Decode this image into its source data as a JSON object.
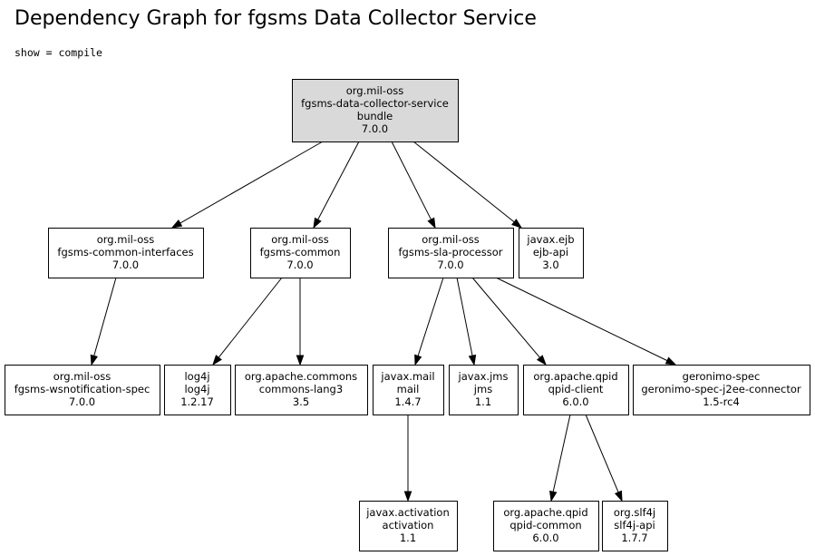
{
  "header": {
    "title": "Dependency Graph for fgsms Data Collector Service",
    "scope": "show = compile"
  },
  "nodes": [
    {
      "id": "root",
      "lines": [
        "org.mil-oss",
        "fgsms-data-collector-service",
        "bundle",
        "7.0.0"
      ],
      "root": true
    },
    {
      "id": "common-interfaces",
      "lines": [
        "org.mil-oss",
        "fgsms-common-interfaces",
        "7.0.0"
      ]
    },
    {
      "id": "common",
      "lines": [
        "org.mil-oss",
        "fgsms-common",
        "7.0.0"
      ]
    },
    {
      "id": "sla-processor",
      "lines": [
        "org.mil-oss",
        "fgsms-sla-processor",
        "7.0.0"
      ]
    },
    {
      "id": "ejb-api",
      "lines": [
        "javax.ejb",
        "ejb-api",
        "3.0"
      ]
    },
    {
      "id": "wsnotification-spec",
      "lines": [
        "org.mil-oss",
        "fgsms-wsnotification-spec",
        "7.0.0"
      ]
    },
    {
      "id": "log4j",
      "lines": [
        "log4j",
        "log4j",
        "1.2.17"
      ]
    },
    {
      "id": "commons-lang3",
      "lines": [
        "org.apache.commons",
        "commons-lang3",
        "3.5"
      ]
    },
    {
      "id": "mail",
      "lines": [
        "javax.mail",
        "mail",
        "1.4.7"
      ]
    },
    {
      "id": "jms",
      "lines": [
        "javax.jms",
        "jms",
        "1.1"
      ]
    },
    {
      "id": "qpid-client",
      "lines": [
        "org.apache.qpid",
        "qpid-client",
        "6.0.0"
      ]
    },
    {
      "id": "j2ee-connector",
      "lines": [
        "geronimo-spec",
        "geronimo-spec-j2ee-connector",
        "1.5-rc4"
      ]
    },
    {
      "id": "activation",
      "lines": [
        "javax.activation",
        "activation",
        "1.1"
      ]
    },
    {
      "id": "qpid-common",
      "lines": [
        "org.apache.qpid",
        "qpid-common",
        "6.0.0"
      ]
    },
    {
      "id": "slf4j-api",
      "lines": [
        "org.slf4j",
        "slf4j-api",
        "1.7.7"
      ]
    }
  ],
  "edges": [
    {
      "from": "root",
      "to": "common-interfaces"
    },
    {
      "from": "root",
      "to": "common"
    },
    {
      "from": "root",
      "to": "sla-processor"
    },
    {
      "from": "root",
      "to": "ejb-api"
    },
    {
      "from": "common-interfaces",
      "to": "wsnotification-spec"
    },
    {
      "from": "common",
      "to": "log4j"
    },
    {
      "from": "common",
      "to": "commons-lang3"
    },
    {
      "from": "sla-processor",
      "to": "mail"
    },
    {
      "from": "sla-processor",
      "to": "jms"
    },
    {
      "from": "sla-processor",
      "to": "qpid-client"
    },
    {
      "from": "sla-processor",
      "to": "j2ee-connector"
    },
    {
      "from": "mail",
      "to": "activation"
    },
    {
      "from": "qpid-client",
      "to": "qpid-common"
    },
    {
      "from": "qpid-client",
      "to": "slf4j-api"
    }
  ]
}
